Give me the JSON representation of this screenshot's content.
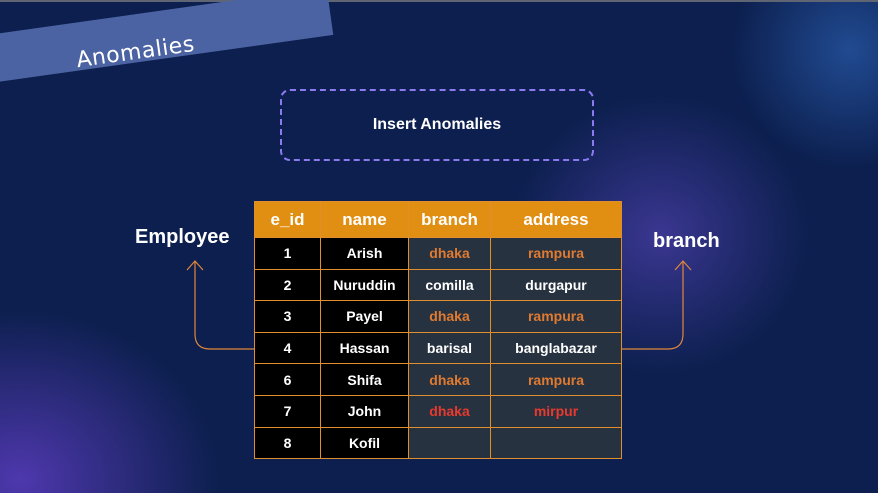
{
  "ribbon": {
    "label": "Anomalies"
  },
  "header": {
    "title": "Insert Anomalies"
  },
  "labels": {
    "left": "Employee",
    "right": "branch"
  },
  "table": {
    "columns": [
      "e_id",
      "name",
      "branch",
      "address"
    ],
    "rows": [
      {
        "e_id": "1",
        "name": "Arish",
        "branch": "dhaka",
        "address": "rampura",
        "highlight": "orange"
      },
      {
        "e_id": "2",
        "name": "Nuruddin",
        "branch": "comilla",
        "address": "durgapur",
        "highlight": "none"
      },
      {
        "e_id": "3",
        "name": "Payel",
        "branch": "dhaka",
        "address": "rampura",
        "highlight": "orange"
      },
      {
        "e_id": "4",
        "name": "Hassan",
        "branch": "barisal",
        "address": "banglabazar",
        "highlight": "none"
      },
      {
        "e_id": "6",
        "name": "Shifa",
        "branch": "dhaka",
        "address": "rampura",
        "highlight": "orange"
      },
      {
        "e_id": "7",
        "name": "John",
        "branch": "dhaka",
        "address": "mirpur",
        "highlight": "red"
      },
      {
        "e_id": "8",
        "name": "Kofil",
        "branch": "",
        "address": "",
        "highlight": "none"
      }
    ]
  },
  "colors": {
    "background": "#0c1f4e",
    "header_orange": "#e08f12",
    "highlight_orange": "#e07a30",
    "highlight_red": "#e8392e",
    "accent_purple": "#8b7af0"
  }
}
